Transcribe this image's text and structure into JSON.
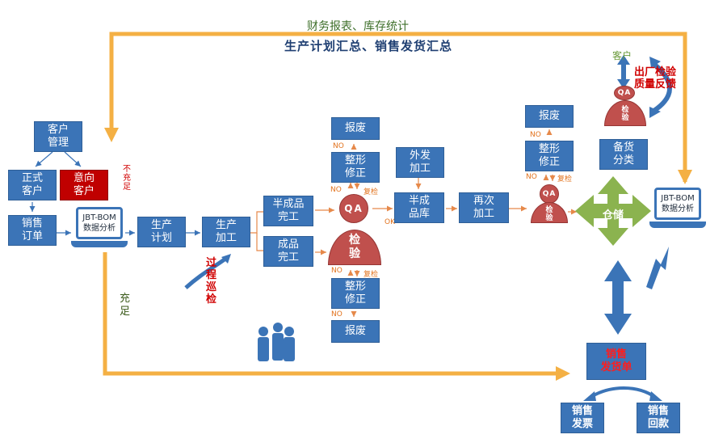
{
  "header": {
    "title": "财务报表、库存统计",
    "subtitle": "生产计划汇总、销售发货汇总"
  },
  "boxes": {
    "customer_mgmt": "客户\n管理",
    "formal_customer": "正式\n客户",
    "intent_customer": "意向\n客户",
    "sales_order": "销售\n订单",
    "production_plan": "生产\n计划",
    "production_process": "生产\n加工",
    "semi_finished_done": "半成品\n完工",
    "finished_done": "成品\n完工",
    "scrap_top": "报废",
    "rework_top": "整形\n修正",
    "rework_bottom": "整形\n修正",
    "scrap_bottom": "报废",
    "outsource": "外发\n加工",
    "semi_store": "半成\n品库",
    "reprocess": "再次\n加工",
    "scrap_right": "报废",
    "rework_right": "整形\n修正",
    "stock_classify": "备货\n分类",
    "sales_delivery": "销售\n发货单",
    "sales_invoice": "销售\n发票",
    "sales_payment": "销售\n回款"
  },
  "laptop": {
    "line1": "JBT-BOM",
    "line2": "数据分析"
  },
  "warehouse": "仓储",
  "inspection": {
    "qa": "QA",
    "check": "检\n验",
    "check_big": "检\n验",
    "check_small": "检\n验"
  },
  "labels": {
    "insufficient": "不\n充\n足",
    "sufficient": "充\n足",
    "patrol": "过\n程\n巡\n检",
    "customer": "客户",
    "feedback": "出厂检验\n质量反馈",
    "no": "NO",
    "ok": "OK",
    "recheck": "复检"
  }
}
